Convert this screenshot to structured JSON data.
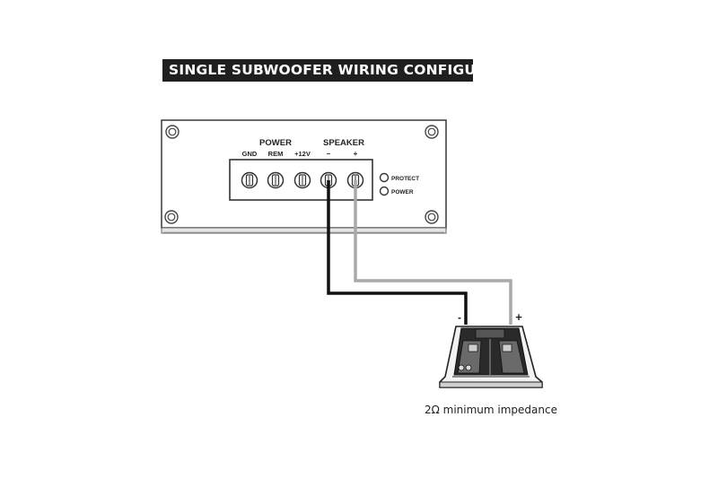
{
  "title": "SINGLE SUBWOOFER WIRING CONFIGURATION",
  "amplifier": {
    "group_power": "POWER",
    "group_speaker": "SPEAKER",
    "terminals": [
      "GND",
      "REM",
      "+12V",
      "–",
      "+"
    ],
    "leds": [
      "PROTECT",
      "POWER"
    ]
  },
  "subwoofer": {
    "neg_label": "-",
    "pos_label": "+",
    "caption": "2Ω minimum impedance"
  },
  "colors": {
    "negative_wire": "#111111",
    "positive_wire": "#a9a9a9",
    "title_bg": "#1f1f1f"
  }
}
